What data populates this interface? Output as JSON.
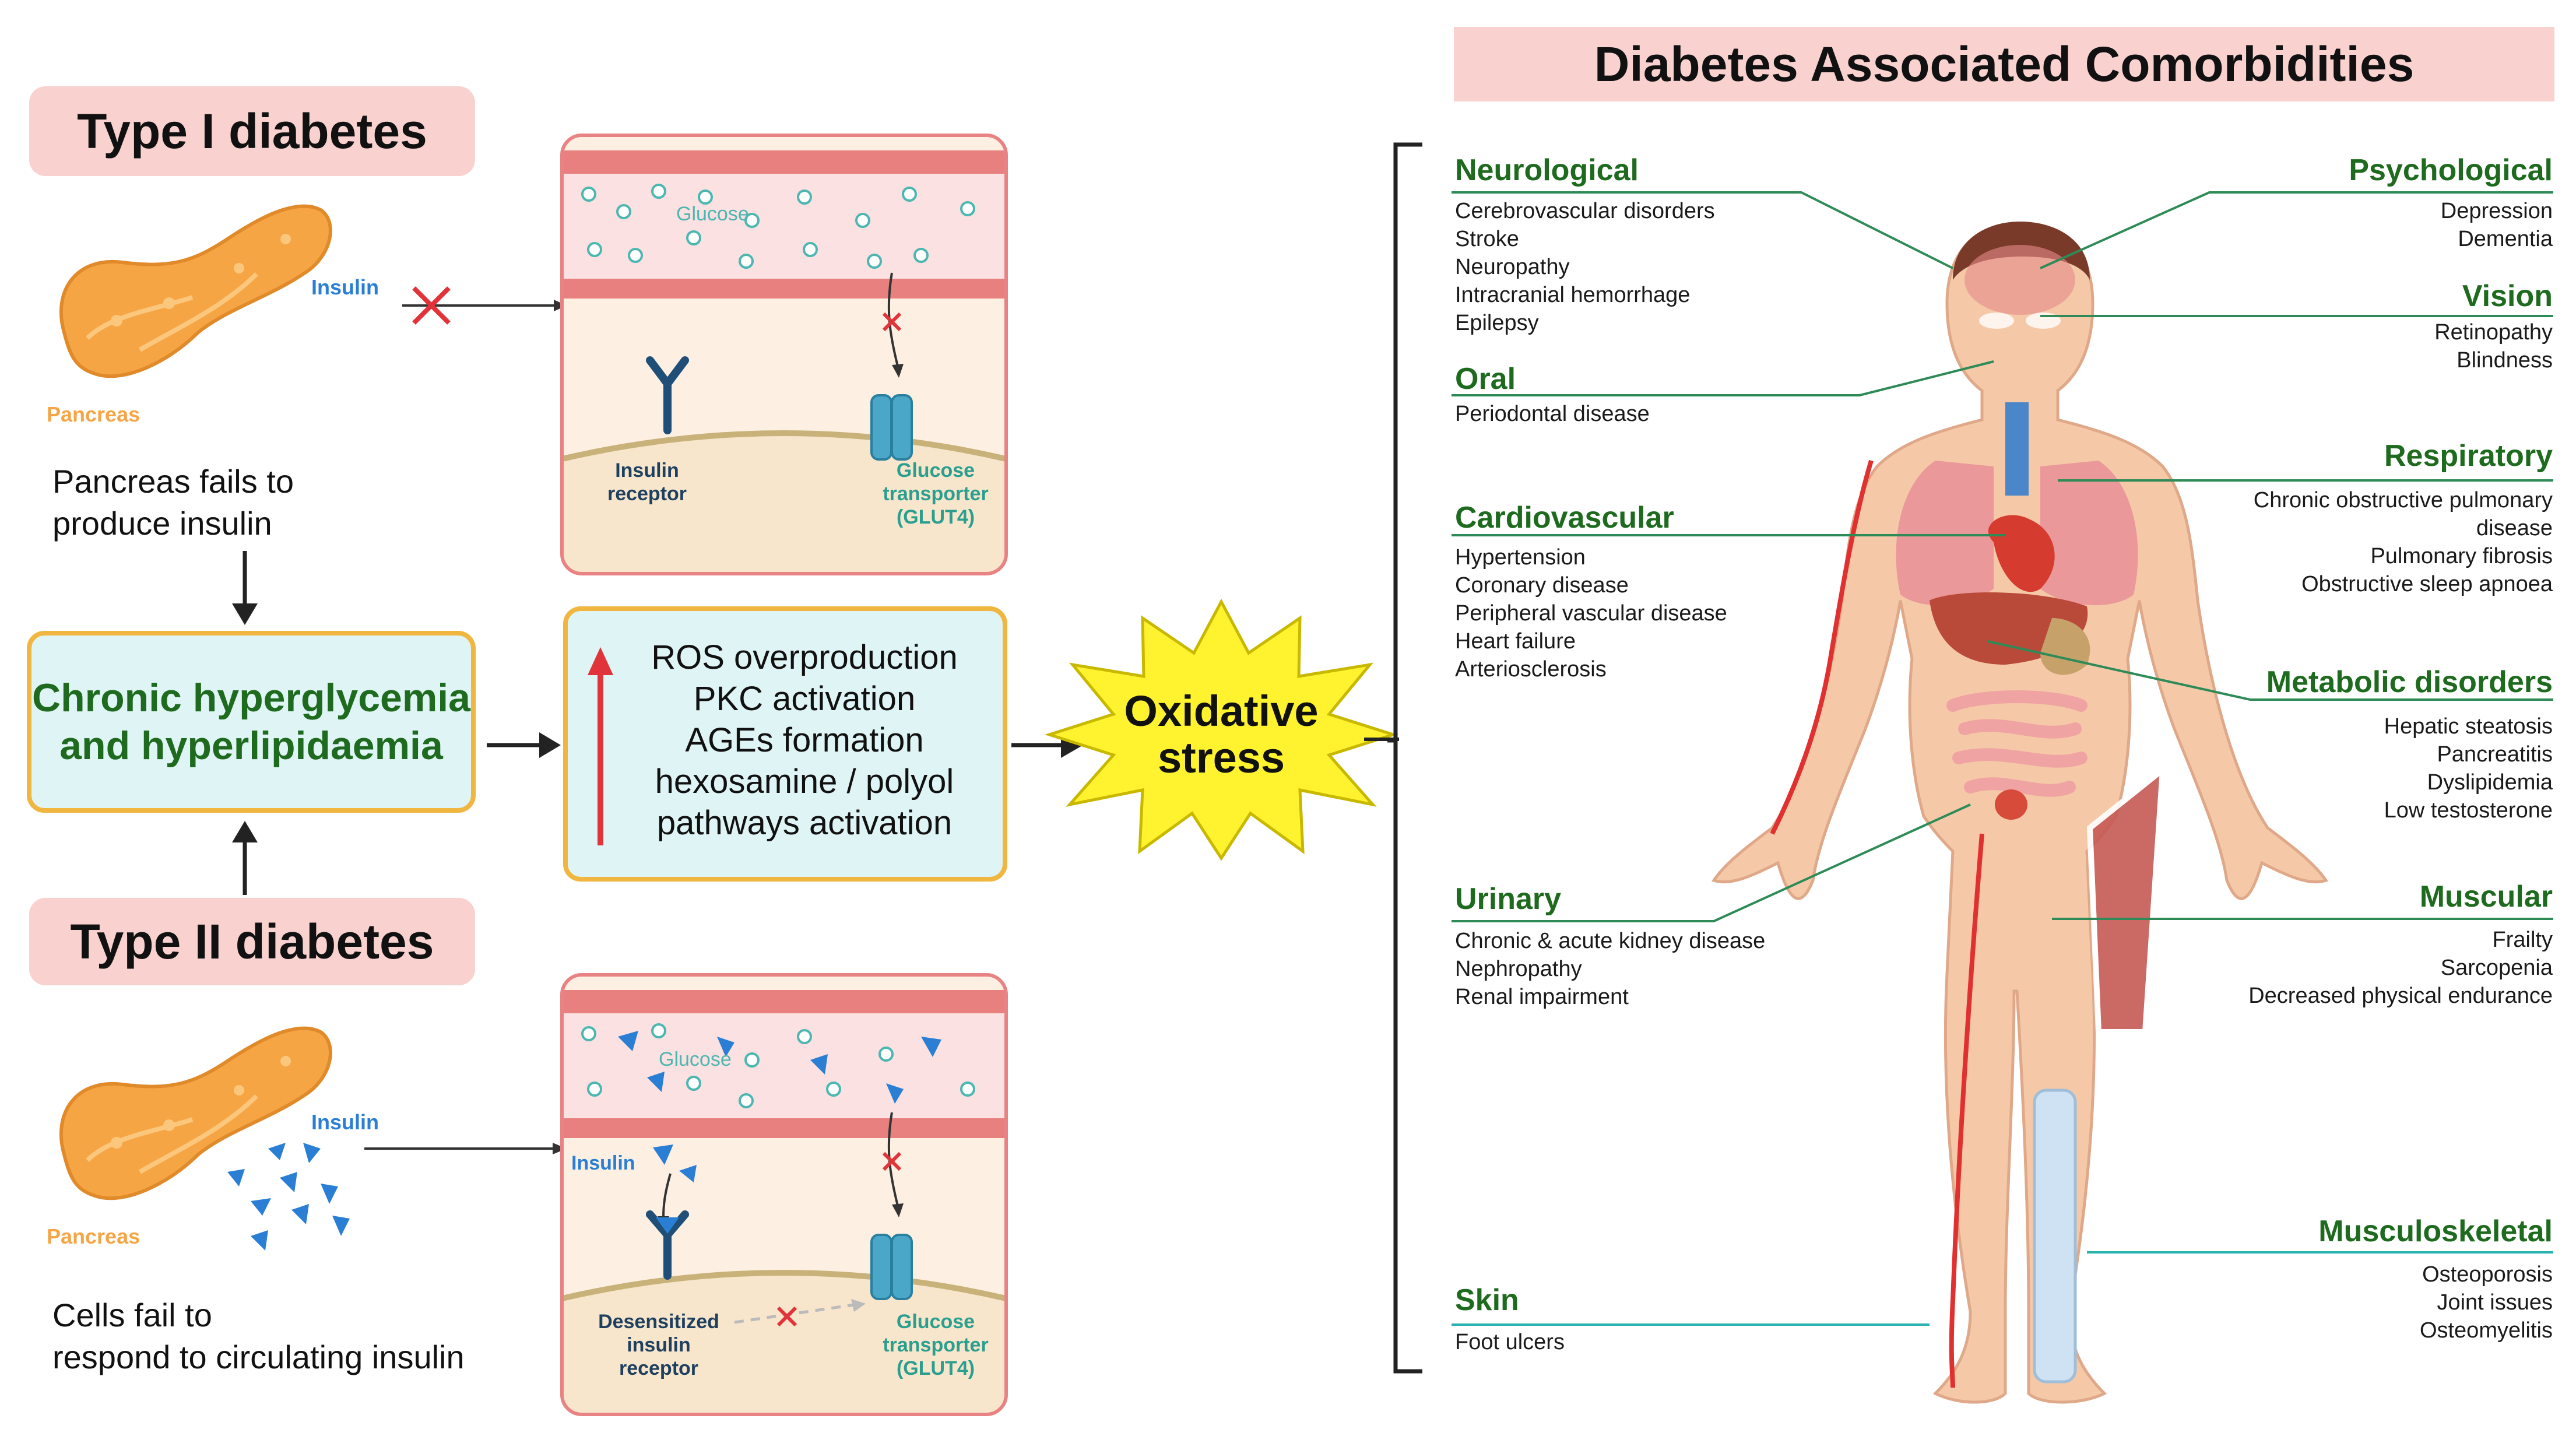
{
  "type1": {
    "title": "Type I diabetes",
    "pancreas_label": "Pancreas",
    "insulin_label": "Insulin",
    "caption_line1": "Pancreas fails to",
    "caption_line2": "produce insulin",
    "cell": {
      "glucose_label": "Glucose",
      "receptor_line1": "Insulin",
      "receptor_line2": "receptor",
      "transporter_line1": "Glucose",
      "transporter_line2": "transporter",
      "transporter_line3": "(GLUT4)"
    }
  },
  "type2": {
    "title": "Type II diabetes",
    "pancreas_label": "Pancreas",
    "insulin_label": "Insulin",
    "caption_line1": "Cells fail to",
    "caption_line2": "respond to circulating insulin",
    "cell": {
      "glucose_label": "Glucose",
      "insulin_label": "Insulin",
      "receptor_line1": "Desensitized",
      "receptor_line2": "insulin",
      "receptor_line3": "receptor",
      "transporter_line1": "Glucose",
      "transporter_line2": "transporter",
      "transporter_line3": "(GLUT4)"
    }
  },
  "center": {
    "chronic_line1": "Chronic hyperglycemia",
    "chronic_line2": "and hyperlipidaemia",
    "mechanisms": [
      "ROS overproduction",
      "PKC activation",
      "AGEs formation",
      "hexosamine / polyol",
      "pathways activation"
    ],
    "oxidative_line1": "Oxidative",
    "oxidative_line2": "stress"
  },
  "comorbidities": {
    "title": "Diabetes Associated Comorbidities",
    "left": [
      {
        "name": "Neurological",
        "items": [
          "Cerebrovascular disorders",
          "Stroke",
          "Neuropathy",
          "Intracranial hemorrhage",
          "Epilepsy"
        ]
      },
      {
        "name": "Oral",
        "items": [
          "Periodontal disease"
        ]
      },
      {
        "name": "Cardiovascular",
        "items": [
          "Hypertension",
          "Coronary disease",
          "Peripheral vascular disease",
          "Heart failure",
          "Arteriosclerosis"
        ]
      },
      {
        "name": "Urinary",
        "items": [
          "Chronic & acute kidney disease",
          "Nephropathy",
          "Renal impairment"
        ]
      },
      {
        "name": "Skin",
        "items": [
          "Foot ulcers"
        ]
      }
    ],
    "right": [
      {
        "name": "Psychological",
        "items": [
          "Depression",
          "Dementia"
        ]
      },
      {
        "name": "Vision",
        "items": [
          "Retinopathy",
          "Blindness"
        ]
      },
      {
        "name": "Respiratory",
        "items": [
          "Chronic obstructive pulmonary",
          "disease",
          "Pulmonary fibrosis",
          "Obstructive sleep apnoea"
        ]
      },
      {
        "name": "Metabolic disorders",
        "items": [
          "Hepatic steatosis",
          "Pancreatitis",
          "Dyslipidemia",
          "Low testosterone"
        ]
      },
      {
        "name": "Muscular",
        "items": [
          "Frailty",
          "Sarcopenia",
          "Decreased physical endurance"
        ]
      },
      {
        "name": "Musculoskeletal",
        "items": [
          "Osteoporosis",
          "Joint issues",
          "Osteomyelitis"
        ]
      }
    ]
  },
  "colors": {
    "pill_bg": "#f9d1cf",
    "green_text": "#1e6a1e",
    "box_fill": "#dff4f4",
    "box_border": "#f0b640",
    "star_fill": "#fff22e",
    "insulin_blue": "#2a7fd4",
    "pancreas_orange": "#f6a545"
  }
}
